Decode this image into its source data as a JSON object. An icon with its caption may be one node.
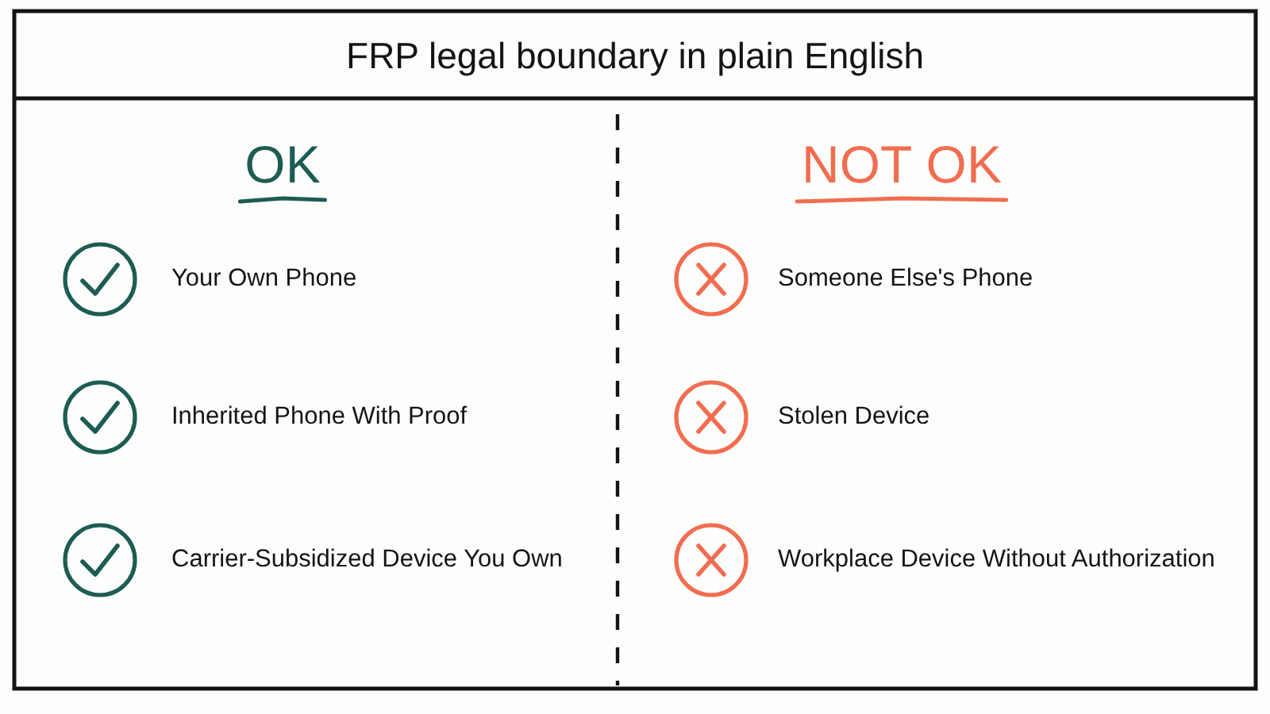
{
  "diagram": {
    "title": "FRP legal boundary in plain English",
    "labels": [
      "OK",
      "Your Own Phone",
      "Inherited Phone With Proof",
      "Carrier-Subsidized Device You Own",
      "NOT OK",
      "Someone Else's Phone",
      "Stolen Device",
      "Workplace Device Without Authorization"
    ]
  }
}
